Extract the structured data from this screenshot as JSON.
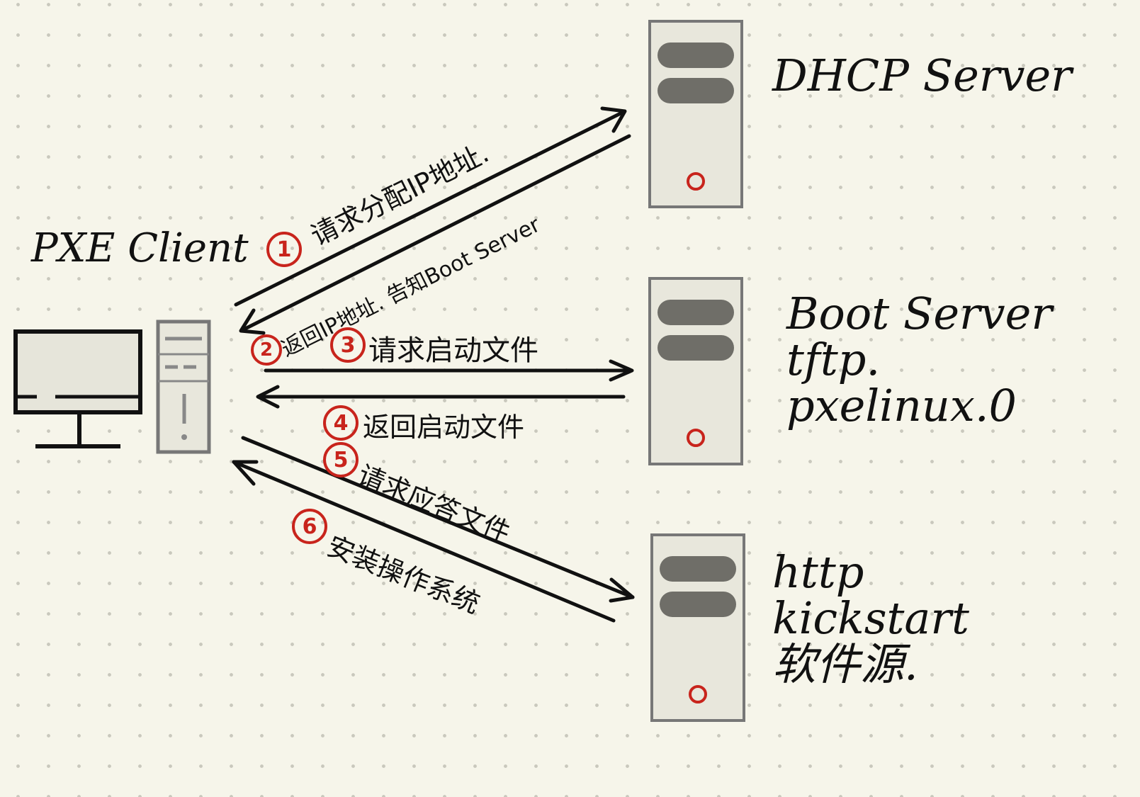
{
  "nodes": {
    "client": {
      "label": "PXE Client"
    },
    "dhcp": {
      "label": "DHCP Server"
    },
    "boot": {
      "lines": [
        "Boot Server",
        "tftp.",
        "pxelinux.0"
      ]
    },
    "http": {
      "lines": [
        "http",
        "kickstart",
        "软件源."
      ]
    }
  },
  "steps": [
    {
      "num": "1",
      "text": "请求分配IP地址."
    },
    {
      "num": "2",
      "text": "返回IP地址. 告知Boot Server"
    },
    {
      "num": "3",
      "text": "请求启动文件"
    },
    {
      "num": "4",
      "text": "返回启动文件"
    },
    {
      "num": "5",
      "text": "请求应答文件"
    },
    {
      "num": "6",
      "text": "安装操作系统"
    }
  ],
  "colors": {
    "ink": "#111111",
    "accent": "#c8241c",
    "server_fill": "#e8e7dc",
    "slot": "#6f6e68"
  }
}
